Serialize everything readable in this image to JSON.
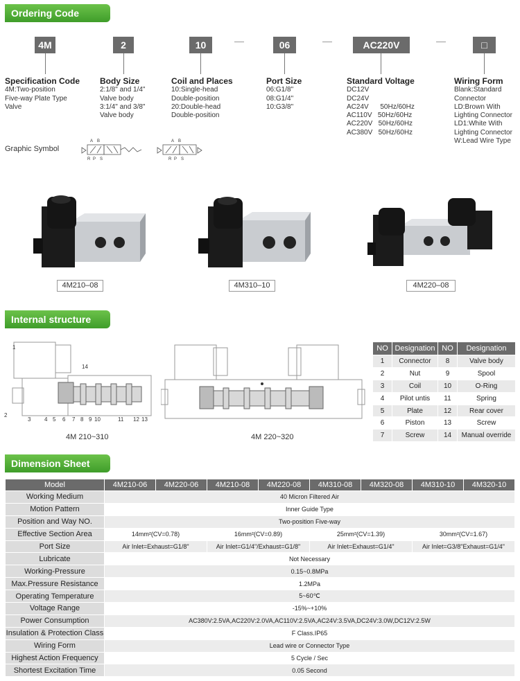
{
  "sections": {
    "ordering": "Ordering Code",
    "internal": "Internal structure",
    "dimension": "Dimension Sheet"
  },
  "ordering_codes": [
    {
      "code": "4M",
      "title": "Specification Code",
      "lines": [
        "4M:Two-position",
        "Five-way Plate Type",
        "Valve"
      ]
    },
    {
      "code": "2",
      "title": "Body Size",
      "lines": [
        "2:1/8\" and 1/4\"",
        "Valve body",
        "3:1/4\" and 3/8\"",
        "Valve body"
      ]
    },
    {
      "code": "10",
      "title": "Coil and Places",
      "lines": [
        "10:Single-head",
        "Double-position",
        "20:Double-head",
        "Double-position"
      ]
    },
    {
      "code": "06",
      "title": "Port Size",
      "lines": [
        "06:G1/8\"",
        "08:G1/4\"",
        "10:G3/8\""
      ]
    },
    {
      "code": "AC220V",
      "title": "Standard Voltage",
      "lines": [
        "DC12V",
        "DC24V",
        "AC24V      50Hz/60Hz",
        "AC110V   50Hz/60Hz",
        "AC220V   50Hz/60Hz",
        "AC380V   50Hz/60Hz"
      ]
    },
    {
      "code": "□",
      "title": "Wiring Form",
      "lines": [
        "Blank:Standard",
        "Connector",
        "LD:Brown With",
        "Lighting Connector",
        "LD1:White With",
        "Lighting Connector",
        "W:Lead Wire Type"
      ]
    }
  ],
  "graphic_symbol_label": "Graphic Symbol",
  "symbol_ports": {
    "a": "A",
    "b": "B",
    "r": "R",
    "p": "P",
    "s": "S"
  },
  "products": [
    "4M210–08",
    "4M310–10",
    "4M220–08"
  ],
  "structure_labels": [
    "4M 210~310",
    "4M 220~320"
  ],
  "part_callouts": [
    "1",
    "14",
    "2",
    "3",
    "4",
    "5",
    "6",
    "7",
    "8",
    "9",
    "10",
    "11",
    "12",
    "13"
  ],
  "parts_table": {
    "headers": [
      "NO",
      "Designation",
      "NO",
      "Designation"
    ],
    "rows": [
      [
        "1",
        "Connector",
        "8",
        "Valve body"
      ],
      [
        "2",
        "Nut",
        "9",
        "Spool"
      ],
      [
        "3",
        "Coil",
        "10",
        "O-Ring"
      ],
      [
        "4",
        "Pilot untis",
        "11",
        "Spring"
      ],
      [
        "5",
        "Plate",
        "12",
        "Rear cover"
      ],
      [
        "6",
        "Piston",
        "13",
        "Screw"
      ],
      [
        "7",
        "Screw",
        "14",
        "Manual override"
      ]
    ]
  },
  "dimension_table": {
    "headers": [
      "Model",
      "4M210-06",
      "4M220-06",
      "4M210-08",
      "4M220-08",
      "4M310-08",
      "4M320-08",
      "4M310-10",
      "4M320-10"
    ],
    "rows": [
      {
        "label": "Working Medium",
        "cells": [
          {
            "text": "40 Micron Filtered Air",
            "span": 8
          }
        ]
      },
      {
        "label": "Motion Pattern",
        "cells": [
          {
            "text": "Inner Guide Type",
            "span": 8
          }
        ]
      },
      {
        "label": "Position and Way NO.",
        "cells": [
          {
            "text": "Two-position Five-way",
            "span": 8
          }
        ]
      },
      {
        "label": "Effective Section Area",
        "cells": [
          {
            "text": "14mm²(CV=0.78)",
            "span": 2
          },
          {
            "text": "16mm²(CV=0.89)",
            "span": 2
          },
          {
            "text": "25mm²(CV=1.39)",
            "span": 2
          },
          {
            "text": "30mm²(CV=1.67)",
            "span": 2
          }
        ]
      },
      {
        "label": "Port Size",
        "cells": [
          {
            "text": "Air Inlet=Exhaust=G1/8\"",
            "span": 2
          },
          {
            "text": "Air Inlet=G1/4\"/Exhaust=G1/8\"",
            "span": 2
          },
          {
            "text": "Air Inlet=Exhaust=G1/4\"",
            "span": 2
          },
          {
            "text": "Air Inlet=G3/8\"Exhaust=G1/4\"",
            "span": 2
          }
        ]
      },
      {
        "label": "Lubricate",
        "cells": [
          {
            "text": "Not Necessary",
            "span": 8
          }
        ]
      },
      {
        "label": "Working-Pressure",
        "cells": [
          {
            "text": "0.15~0.8MPa",
            "span": 8
          }
        ]
      },
      {
        "label": "Max.Pressure Resistance",
        "cells": [
          {
            "text": "1.2MPa",
            "span": 8
          }
        ]
      },
      {
        "label": "Operating Temperature",
        "cells": [
          {
            "text": "5~60℃",
            "span": 8
          }
        ]
      },
      {
        "label": "Voltage Range",
        "cells": [
          {
            "text": "-15%~+10%",
            "span": 8
          }
        ]
      },
      {
        "label": "Power Consumption",
        "cells": [
          {
            "text": "AC380V:2.5VA,AC220V:2.0VA,AC110V:2.5VA,AC24V:3.5VA,DC24V:3.0W,DC12V:2.5W",
            "span": 8
          }
        ]
      },
      {
        "label": "Insulation & Protection Class",
        "cells": [
          {
            "text": "F Class.IP65",
            "span": 8
          }
        ]
      },
      {
        "label": "Wiring Form",
        "cells": [
          {
            "text": "Lead wire or Connector Type",
            "span": 8
          }
        ]
      },
      {
        "label": "Highest Action Frequency",
        "cells": [
          {
            "text": "5 Cycle / Sec",
            "span": 8
          }
        ]
      },
      {
        "label": "Shortest Excitation Time",
        "cells": [
          {
            "text": "0.05 Second",
            "span": 8
          }
        ]
      }
    ]
  },
  "colors": {
    "accent": "#4caf35",
    "header_gray": "#6b6b6b"
  }
}
